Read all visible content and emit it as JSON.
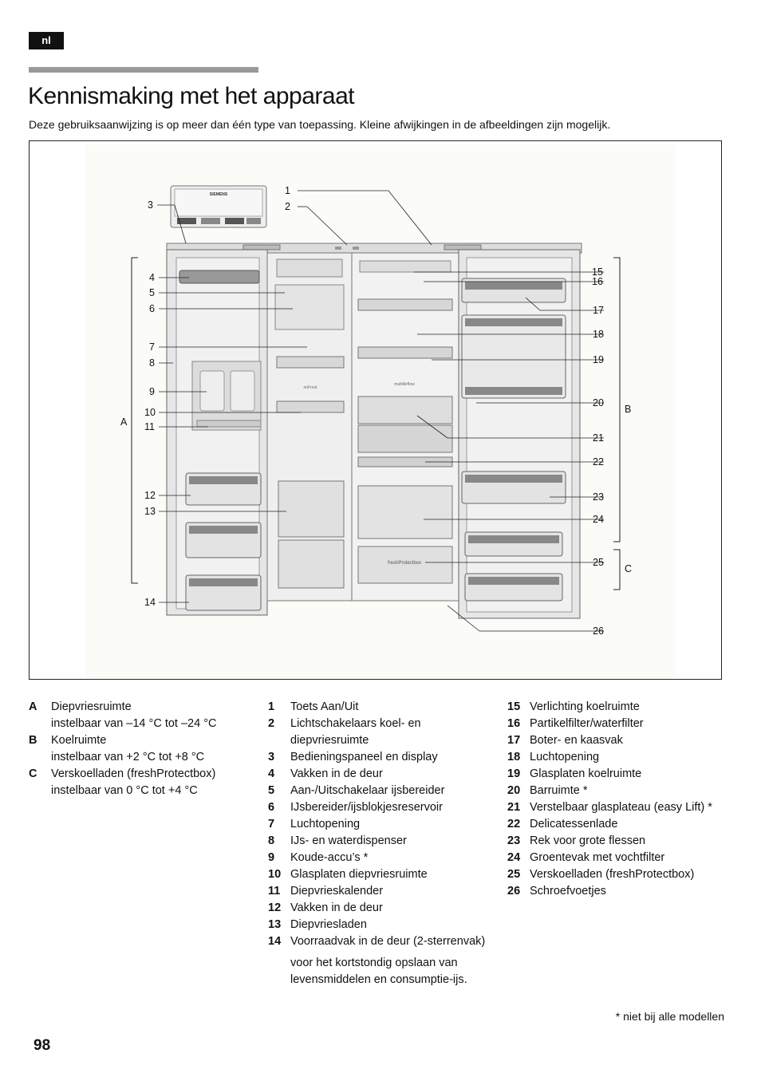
{
  "header": {
    "lang_tag": "nl"
  },
  "title": "Kennismaking met het apparaat",
  "intro": "Deze gebruiksaanwijzing is op meer dan één type van toepassing. Kleine afwijkingen in de afbeeldingen zijn mogelijk.",
  "figure": {
    "brand": "SIEMENS",
    "panel_labels": [
      "noFrost",
      "multiAirflow",
      "freshProtectbox"
    ],
    "callouts_left": [
      "3",
      "4",
      "5",
      "6",
      "7",
      "8",
      "9",
      "10",
      "11",
      "12",
      "13",
      "14"
    ],
    "callouts_top": [
      "1",
      "2"
    ],
    "callouts_right": [
      "15",
      "16",
      "17",
      "18",
      "19",
      "20",
      "21",
      "22",
      "23",
      "24",
      "25",
      "26"
    ],
    "group_labels": [
      "A",
      "B",
      "C"
    ]
  },
  "legend": {
    "zones": [
      {
        "key": "A",
        "label": "Diepvriesruimte",
        "sub": "instelbaar van –14 °C tot –24 °C"
      },
      {
        "key": "B",
        "label": "Koelruimte",
        "sub": "instelbaar van +2 °C tot +8 °C"
      },
      {
        "key": "C",
        "label": "Verskoelladen (freshProtectbox)",
        "sub": "instelbaar van 0 °C tot +4 °C"
      }
    ],
    "items_mid": [
      {
        "key": "1",
        "label": "Toets Aan/Uit"
      },
      {
        "key": "2",
        "label": "Lichtschakelaars koel- en diepvriesruimte"
      },
      {
        "key": "3",
        "label": "Bedieningspaneel en display"
      },
      {
        "key": "4",
        "label": "Vakken in de deur"
      },
      {
        "key": "5",
        "label": "Aan-/Uitschakelaar ijsbereider"
      },
      {
        "key": "6",
        "label": "IJsbereider/ijsblokjesreservoir"
      },
      {
        "key": "7",
        "label": "Luchtopening"
      },
      {
        "key": "8",
        "label": "IJs- en waterdispenser"
      },
      {
        "key": "9",
        "label": "Koude-accu’s *"
      },
      {
        "key": "10",
        "label": "Glasplaten diepvriesruimte"
      },
      {
        "key": "11",
        "label": "Diepvrieskalender"
      },
      {
        "key": "12",
        "label": "Vakken in de deur"
      },
      {
        "key": "13",
        "label": "Diepvriesladen"
      },
      {
        "key": "14",
        "label": "Voorraadvak in de deur (2-sterrenvak)",
        "sub": "voor het kortstondig opslaan van levensmiddelen en consumptie-ijs."
      }
    ],
    "items_right": [
      {
        "key": "15",
        "label": "Verlichting koelruimte"
      },
      {
        "key": "16",
        "label": "Partikelfilter/waterfilter"
      },
      {
        "key": "17",
        "label": "Boter- en kaasvak"
      },
      {
        "key": "18",
        "label": "Luchtopening"
      },
      {
        "key": "19",
        "label": "Glasplaten koelruimte"
      },
      {
        "key": "20",
        "label": "Barruimte *"
      },
      {
        "key": "21",
        "label": "Verstelbaar glasplateau (easy Lift) *"
      },
      {
        "key": "22",
        "label": "Delicatessenlade"
      },
      {
        "key": "23",
        "label": "Rek voor grote flessen"
      },
      {
        "key": "24",
        "label": "Groentevak met vochtfilter"
      },
      {
        "key": "25",
        "label": "Verskoelladen (freshProtectbox)"
      },
      {
        "key": "26",
        "label": "Schroefvoetjes"
      }
    ]
  },
  "footnote": "* niet bij alle modellen",
  "page_number": "98"
}
